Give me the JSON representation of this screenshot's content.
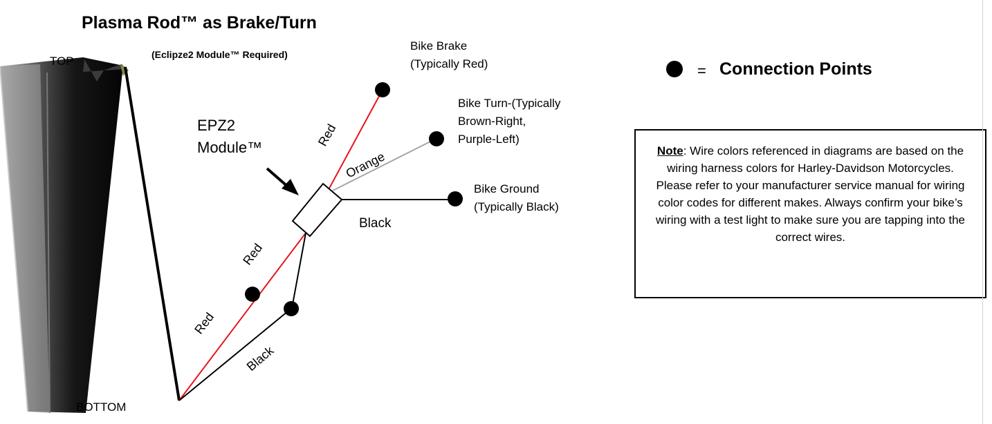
{
  "title": "Plasma Rod™ as Brake/Turn",
  "subtitle": "(Eclipze2 Module™ Required)",
  "rod": {
    "top_label": "TOP",
    "bottom_label": "BOTTOM"
  },
  "module": {
    "line1": "EPZ2",
    "line2": "Module™"
  },
  "wires": {
    "upper_red": "Red",
    "orange": "Orange",
    "black_out": "Black",
    "lower_red_module": "Red",
    "lower_red_rod": "Red",
    "lower_black": "Black"
  },
  "connections": {
    "brake": {
      "line1": "Bike Brake",
      "line2": "(Typically Red)"
    },
    "turn": {
      "line1": "Bike Turn-(Typically",
      "line2": "Brown-Right,",
      "line3": "Purple-Left)"
    },
    "ground": {
      "line1": "Bike Ground",
      "line2": "(Typically Black)"
    }
  },
  "legend": {
    "equals": "=",
    "text": "Connection Points"
  },
  "note": {
    "heading": "Note",
    "body": ": Wire colors referenced in diagrams are based on the wiring harness colors for Harley-Davidson Motorcycles. Please refer to your manufacturer service manual for wiring color codes for different makes. Always confirm your bike’s wiring with a test light to make sure you are tapping into the correct wires."
  },
  "colors": {
    "red_wire": "#e8141c",
    "orange_wire": "#a6a6a6",
    "black_wire": "#000000"
  }
}
